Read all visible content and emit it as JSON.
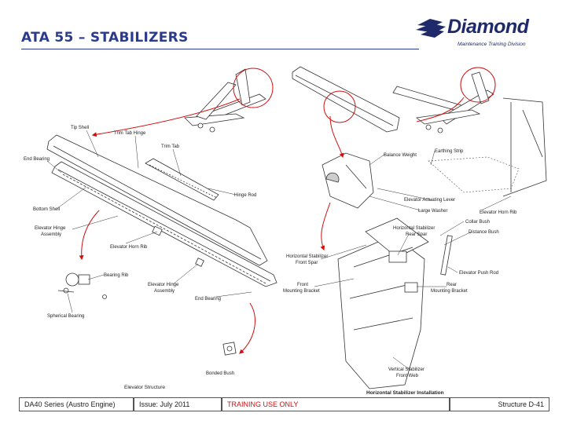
{
  "header": {
    "title": "ATA 55 – STABILIZERS",
    "logo_text": "Diamond",
    "logo_subtitle": "Maintenance Training Division"
  },
  "diagram": {
    "labels": {
      "tip_shell": "Tip Shell",
      "trim_tab_hinge": "Trim Tab Hinge",
      "trim_tab": "Trim Tab",
      "end_bearing_1": "End Bearing",
      "hinge_rod": "Hinge Rod",
      "bottom_shell": "Bottom Shell",
      "elevator_hinge_assembly_1a": "Elevator Hinge",
      "elevator_hinge_assembly_1b": "Assembly",
      "elevator_horn_rib": "Elevator Horn Rib",
      "bearing_rib": "Bearing Rib",
      "elevator_hinge_assembly_2a": "Elevator Hinge",
      "elevator_hinge_assembly_2b": "Assembly",
      "end_bearing_2": "End Bearing",
      "spherical_bearing": "Spherical Bearing",
      "bonded_bush": "Bonded Bush",
      "elevator_structure": "Elevator Structure",
      "balance_weight": "Balance Weight",
      "earthing_strip": "Earthing Strip",
      "elevator_actuating_lever": "Elevator Actuating Lever",
      "large_washer": "Large Washer",
      "elevator_horn_rib_2": "Elevator Horn Rib",
      "collar_bush": "Collar Bush",
      "distance_bush": "Distance Bush",
      "hs_rear_spar_a": "Horizontal Stabilizer",
      "hs_rear_spar_b": "Rear Spar",
      "hs_front_spar_a": "Horizontal Stabilizer",
      "hs_front_spar_b": "Front Spar",
      "elevator_push_rod": "Elevator Push Rod",
      "front_mounting_bracket_a": "Front",
      "front_mounting_bracket_b": "Mounting Bracket",
      "rear_mounting_bracket_a": "Rear",
      "rear_mounting_bracket_b": "Mounting Bracket",
      "vs_front_web_a": "Vertical Stabilizer",
      "vs_front_web_b": "Front Web",
      "hs_installation": "Horizontal Stabilizer Installation"
    }
  },
  "footer": {
    "series": "DA40 Series (Austro Engine)",
    "issue": "Issue: July 2011",
    "training": "TRAINING USE ONLY",
    "page": "Structure D-41"
  },
  "colors": {
    "title": "#2a3a8c",
    "accent_red": "#d01010",
    "logo": "#1e2a6a"
  }
}
